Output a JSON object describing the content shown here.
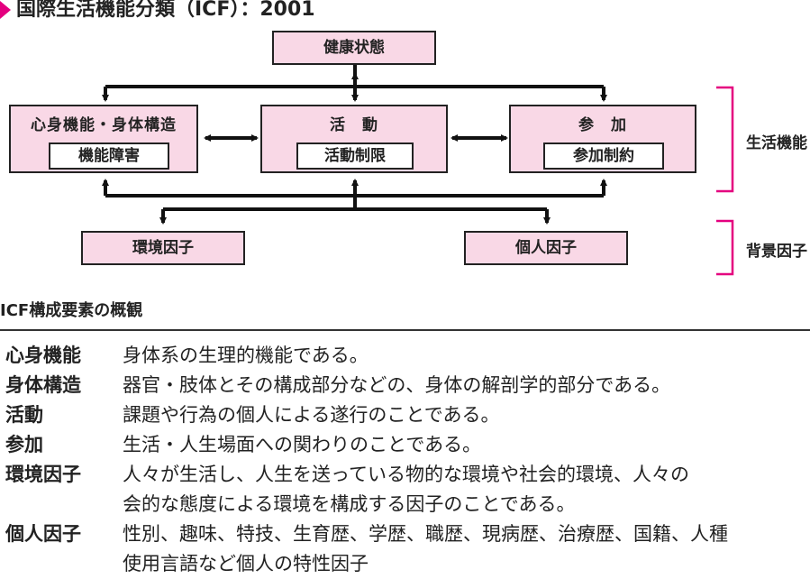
{
  "title": "国際生活機能分類（ICF）：2001",
  "diagram": {
    "health": "健康状態",
    "body": {
      "label": "心身機能・身体構造",
      "sub": "機能障害"
    },
    "activity": {
      "label": "活　動",
      "sub": "活動制限"
    },
    "participation": {
      "label": "参　加",
      "sub": "参加制約"
    },
    "environment": "環境因子",
    "personal": "個人因子",
    "bracket_top": "生活機能",
    "bracket_bottom": "背景因子"
  },
  "subtitle": "ICF構成要素の概観",
  "definitions": [
    {
      "term": "心身機能",
      "lines": [
        "身体系の生理的機能である。"
      ]
    },
    {
      "term": "身体構造",
      "lines": [
        "器官・肢体とその構成部分などの、身体の解剖学的部分である。"
      ]
    },
    {
      "term": "活動",
      "lines": [
        "課題や行為の個人による遂行のことである。"
      ]
    },
    {
      "term": "参加",
      "lines": [
        "生活・人生場面への関わりのことである。"
      ]
    },
    {
      "term": "環境因子",
      "lines": [
        "人々が生活し、人生を送っている物的な環境や社会的環境、人々の",
        "会的な態度による環境を構成する因子のことである。"
      ]
    },
    {
      "term": "個人因子",
      "lines": [
        "性別、趣味、特技、生育歴、学歴、職歴、現病歴、治療歴、国籍、人種",
        "使用言語など個人の特性因子"
      ]
    }
  ],
  "colors": {
    "accent": "#e4007f",
    "box_fill": "#f9d8e6"
  }
}
